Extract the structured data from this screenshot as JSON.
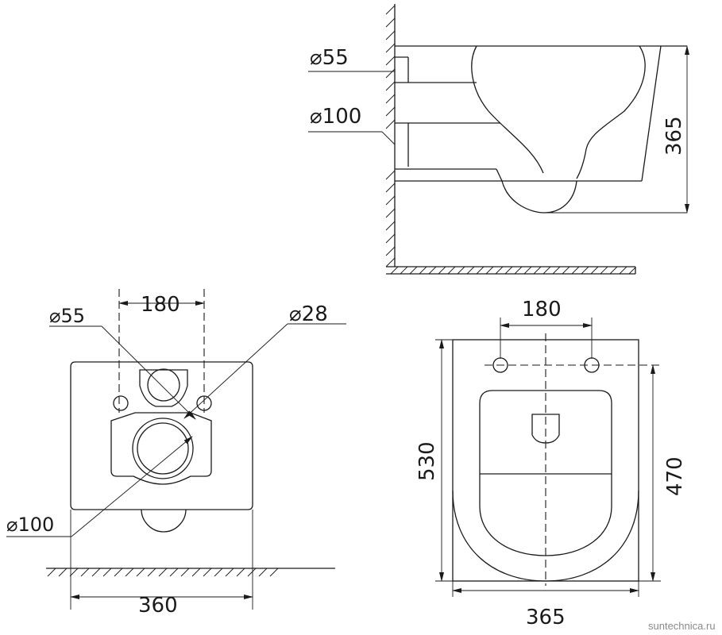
{
  "side_view": {
    "dim_pipe_small": "⌀55",
    "dim_pipe_large": "⌀100",
    "dim_height": "365"
  },
  "back_view": {
    "dim_pipe_small": "⌀55",
    "dim_bolt_spacing": "180",
    "dim_bolt_hole": "⌀28",
    "dim_pipe_large": "⌀100",
    "dim_width": "360"
  },
  "top_view": {
    "dim_bolt_spacing": "180",
    "dim_length": "530",
    "dim_seat_length": "470",
    "dim_width": "365"
  },
  "watermark": "suntechnica.ru"
}
